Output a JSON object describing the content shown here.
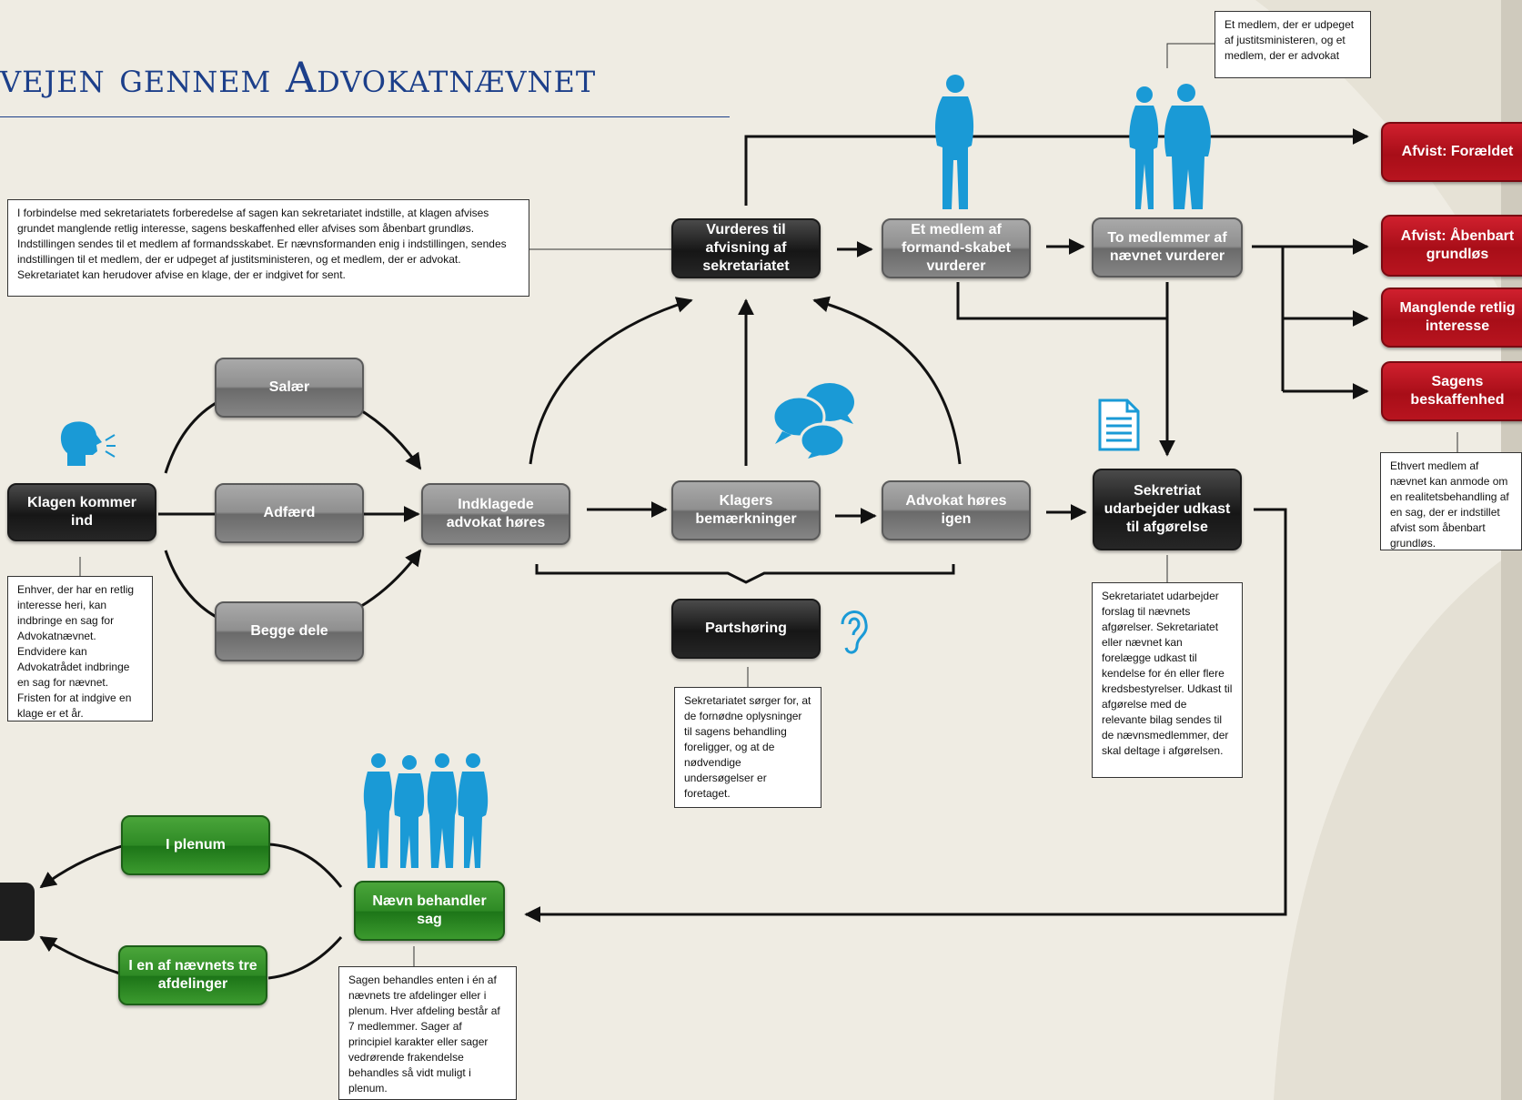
{
  "title": "vejen gennem Advokatnævnet",
  "nodes": {
    "klagen": "Klagen kommer ind",
    "salaer": "Salær",
    "adfaerd": "Adfærd",
    "begge": "Begge dele",
    "indklagede": "Indklagede advokat høres",
    "vurderes": "Vurderes til afvisning af sekretariatet",
    "et_medlem": "Et medlem af formand-skabet vurderer",
    "to_medlemmer": "To medlemmer af nævnet vurderer",
    "klagers": "Klagers bemærkninger",
    "advokat_igen": "Advokat høres igen",
    "partshoering": "Partshøring",
    "sekretariat_udkast": "Sekretriat udarbejder udkast til afgørelse",
    "afvist_foraeldet": "Afvist: Forældet",
    "afvist_grundloes": "Afvist: Åbenbart grundløs",
    "manglende": "Manglende retlig interesse",
    "sagens": "Sagens beskaffenhed",
    "naevn": "Nævn behandler sag",
    "plenum": "I plenum",
    "afdelinger": "I en af nævnets tre afdelinger"
  },
  "notes": {
    "forbindelse": "I forbindelse med sekretariatets forberedelse af sagen kan sekretariatet indstille, at klagen afvises grundet manglende retlig interesse, sagens beskaffenhed eller afvises som åbenbart grundløs. Indstillingen sendes til et medlem af formandsskabet. Er nævnsformanden enig i indstillingen, sendes indstillingen til et medlem, der er udpeget af justitsministeren, og et medlem, der er advokat. Sekretariatet kan herudover afvise en klage, der er indgivet for sent.",
    "et_medlem_udpeget": "Et medlem, der er udpeget af justitsministeren, og et medlem, der er advokat",
    "enhver": "Enhver, der har en retlig interesse heri, kan indbringe en sag for Advokatnævnet. Endvidere kan Advokatrådet indbringe en sag for nævnet. Fristen for at indgive en klage er et år.",
    "sekretariatet_sorger": "Sekretariatet sørger for, at de fornødne oplysninger til sagens behandling foreligger, og at de nødvendige undersøgelser er foretaget.",
    "sekretariatet_udarbejder": "Sekretariatet udarbejder forslag til nævnets afgørelser. Sekretariatet eller nævnet kan forelægge udkast til kendelse for én eller flere kredsbestyrelser. Udkast til afgørelse med de relevante bilag sendes til de nævnsmedlemmer, der skal deltage i afgørelsen.",
    "ethvert": "Ethvert medlem af nævnet kan anmode om en realitetsbehandling af en sag, der er indstillet afvist som åbenbart grundløs.",
    "sagen_behandles": "Sagen behandles enten i én af nævnets tre afdelinger eller i plenum. Hver afdeling består af 7 medlemmer. Sager af principiel karakter eller sager vedrørende frakendelse behandles så vidt muligt i plenum."
  },
  "colors": {
    "accent_blue": "#1a9ad6",
    "title_blue": "#1c3f8a",
    "red": "#b8141f",
    "green": "#2e8a25"
  }
}
